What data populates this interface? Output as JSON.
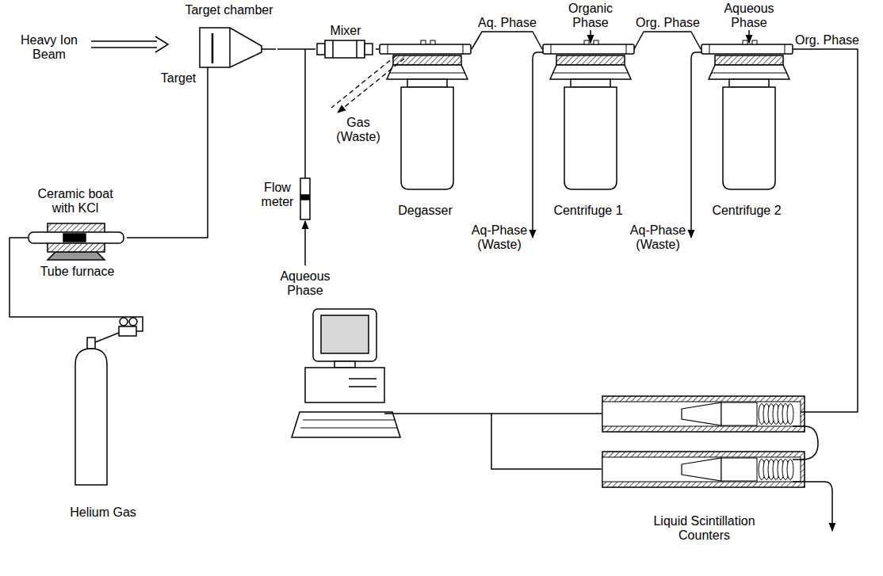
{
  "diagram": {
    "nodes": [
      {
        "text": [
          "Target chamber"
        ]
      },
      {
        "text": [
          "Mixer"
        ]
      },
      {
        "text": [
          "Degasser"
        ]
      },
      {
        "text": [
          "Centrifuge 1"
        ]
      },
      {
        "text": [
          "Centrifuge 2"
        ]
      },
      {
        "text": [
          "Tube furnace"
        ]
      },
      {
        "text": [
          "Helium Gas"
        ]
      },
      {
        "text": [
          "Liquid Scintillation Counters"
        ]
      }
    ],
    "edges": [
      {
        "from": 6,
        "to": 5,
        "arrow": "none"
      },
      {
        "from": 5,
        "to": 0,
        "arrow": "none"
      },
      {
        "from": 0,
        "to": 1,
        "arrow": "none"
      },
      {
        "from": 1,
        "to": 2,
        "arrow": "none"
      },
      {
        "from": 2,
        "to": 3,
        "label": "Aq. Phase",
        "arrow": "none"
      },
      {
        "from": 3,
        "to": 4,
        "label": "Org. Phase",
        "arrow": "none"
      },
      {
        "from": 4,
        "to": 7,
        "label": "Org. Phase",
        "arrow": "none"
      }
    ],
    "labels": [
      "Heavy Ion Beam",
      "Target",
      "Ceramic boat with KCl",
      "Flow meter",
      "Aqueous Phase",
      "Gas (Waste)",
      "Organic Phase",
      "Aqueous Phase",
      "Aq-Phase (Waste)",
      "Aq-Phase (Waste)"
    ]
  }
}
